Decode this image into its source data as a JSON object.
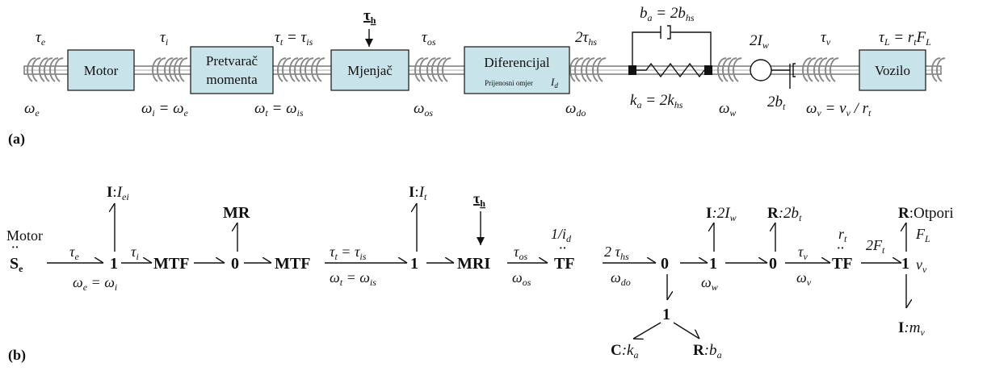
{
  "labels_a": {
    "panel": "(a)",
    "tau_e": "τ",
    "tau_e_sub": "e",
    "tau_i": "τ",
    "tau_i_sub": "i",
    "tau_t_eq": "τ",
    "tau_t_eq_rest": " = τ",
    "tau_t_sub": "t",
    "tau_is_sub": "is",
    "tau_h": "τ",
    "tau_h_sub": "h",
    "tau_os": "τ",
    "tau_os_sub": "os",
    "two_tau_hs": "2τ",
    "two_tau_hs_sub": "hs",
    "b_a": "b",
    "b_a_sub": "a",
    "b_a_eq": " = 2b",
    "b_hs_sub": "hs",
    "two_I_w": "2I",
    "two_I_w_sub": "w",
    "tau_v": "τ",
    "tau_v_sub": "v",
    "tau_L": "τ",
    "tau_L_sub": "L",
    "tau_L_eq": " = r",
    "r_t_sub": "t",
    "F_L": "F",
    "F_L_sub": "L",
    "omega_e": "ω",
    "omega_e_sub": "e",
    "omega_i_eq": "ω",
    "omega_i_sub": "i",
    "omega_i_rest": " = ω",
    "omega_e2_sub": "e",
    "omega_t_eq": "ω",
    "omega_t_sub": "t",
    "omega_t_rest": " = ω",
    "omega_is_sub": "is",
    "omega_os": "ω",
    "omega_os_sub": "os",
    "omega_do": "ω",
    "omega_do_sub": "do",
    "k_a": "k",
    "k_a_sub": "a",
    "k_a_eq": " = 2k",
    "k_hs_sub": "hs",
    "omega_w": "ω",
    "omega_w_sub": "w",
    "two_b_t": "2b",
    "two_b_t_sub": "t",
    "omega_v": "ω",
    "omega_v_sub": "v",
    "omega_v_eq": " = v",
    "v_v_sub": "v",
    "over_r": " / r",
    "r_t2_sub": "t"
  },
  "boxes": {
    "motor": "Motor",
    "pretvarac_1": "Pretvarač",
    "pretvarac_2": "momenta",
    "mjenjac": "Mjenjač",
    "diferencijal": "Diferencijal",
    "prijenosni": "Prijenosni omjer",
    "i_d": "I",
    "i_d_sub": "d",
    "vozilo": "Vozilo"
  },
  "labels_b": {
    "panel": "(b)",
    "motor": "Motor",
    "se": "S",
    "se_sub": "e",
    "one": "1",
    "zero": "0",
    "mtf": "MTF",
    "mr": "MR",
    "mri": "MRI",
    "tf": "TF",
    "I_ei": "I",
    "I_ei_colon": ":",
    "I_ei_var": "I",
    "I_ei_sub": "ei",
    "I_t": "I",
    "I_t_colon": ":",
    "I_t_var": "I",
    "I_t_sub": "t",
    "tau_h": "τ",
    "tau_h_sub": "h",
    "tau_e": "τ",
    "tau_e_sub": "e",
    "tau_i": "τ",
    "tau_i_sub": "i",
    "omega_eq": "ω",
    "omega_eq_sub1": "e",
    "omega_eq_rest": " = ω",
    "omega_eq_sub2": "i",
    "tau_t_eq": "τ",
    "tau_t_sub": "t",
    "tau_t_rest": " = τ",
    "tau_is_sub": "is",
    "omega_t_eq": "ω",
    "omega_t_sub": "t",
    "omega_t_rest": " = ω",
    "omega_is_sub": "is",
    "tau_os": "τ",
    "tau_os_sub": "os",
    "omega_os": "ω",
    "omega_os_sub": "os",
    "one_over_id": "1/i",
    "id_sub": "d",
    "two_tau_hs": "2 τ",
    "two_tau_hs_sub": "hs",
    "omega_do": "ω",
    "omega_do_sub": "do",
    "I_2Iw": "I",
    "I_2Iw_rest": ":2I",
    "I_2Iw_sub": "w",
    "omega_w": "ω",
    "omega_w_sub": "w",
    "R_2bt": "R",
    "R_2bt_rest": ":2b",
    "R_2bt_sub": "t",
    "tau_v": "τ",
    "tau_v_sub": "v",
    "omega_v": "ω",
    "omega_v_sub": "v",
    "r_t": "r",
    "r_t_sub": "t",
    "two_F_t": "2F",
    "two_F_t_sub": "t",
    "R_otpori": "R",
    "R_otpori_rest": ":Otpori",
    "F_L": "F",
    "F_L_sub": "L",
    "v_v": "v",
    "v_v_sub": "v",
    "I_mv": "I",
    "I_mv_rest": ":m",
    "I_mv_sub": "v",
    "C_ka": "C",
    "C_ka_rest": ":k",
    "C_ka_sub": "a",
    "R_ba": "R",
    "R_ba_rest": ":b",
    "R_ba_sub": "a"
  }
}
